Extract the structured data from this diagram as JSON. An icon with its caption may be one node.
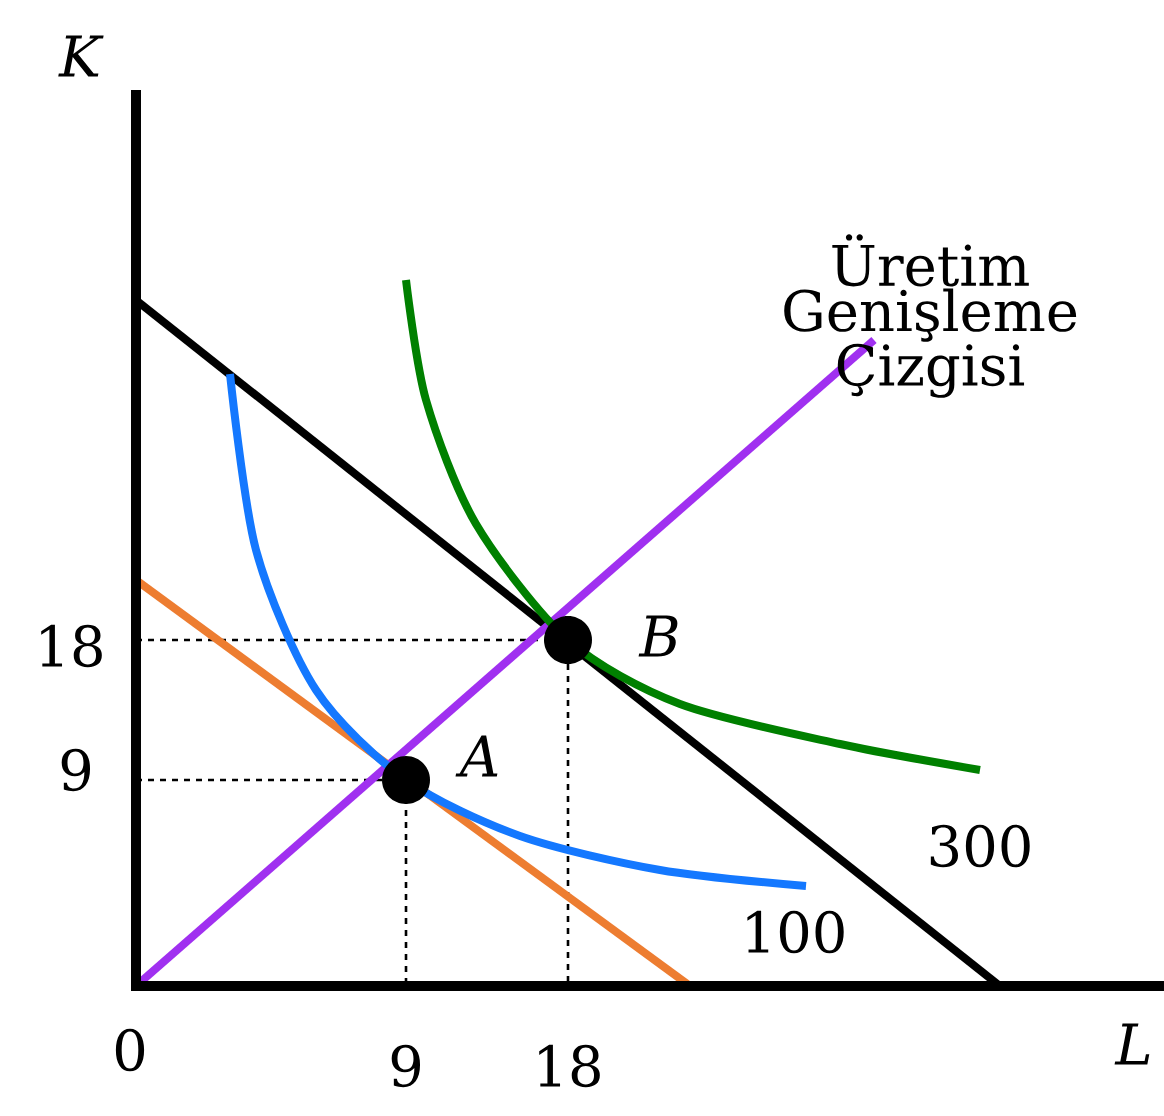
{
  "diagram": {
    "nodes": [
      {
        "text": [],
        "shape": "circle",
        "beside": [
          "A"
        ]
      },
      {
        "text": [],
        "shape": "circle",
        "beside": [
          "B"
        ]
      }
    ],
    "labels": [
      "K",
      "Üretim Genişleme Çizgisi",
      "18",
      "9",
      "300",
      "100",
      "0",
      "9",
      "18",
      "L"
    ]
  }
}
